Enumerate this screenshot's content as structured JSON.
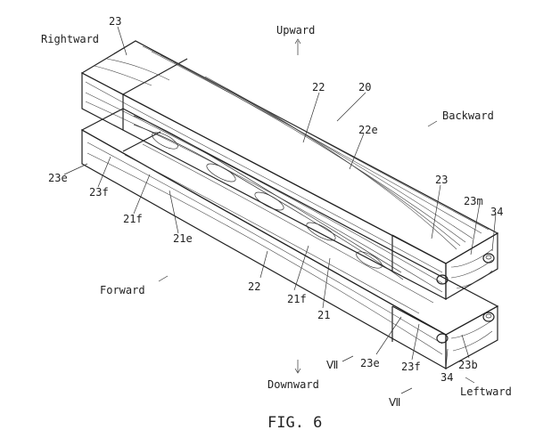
{
  "figure": {
    "caption": "FIG. 6",
    "directions": {
      "upward": "Upward",
      "downward": "Downward",
      "rightward": "Rightward",
      "leftward": "Leftward",
      "forward": "Forward",
      "backward": "Backward"
    },
    "section_marks": [
      "Ⅶ",
      "Ⅶ"
    ],
    "reference_labels": {
      "assembly": "20",
      "wood_top_left": "23",
      "wood_right": "23",
      "member_top": "22",
      "member_bottom": "22",
      "edge_top": "22e",
      "edge_left_block": "23e",
      "face_left_block": "23f",
      "inner_face_left": "21f",
      "inner_edge": "21e",
      "inner_face_mid": "21f",
      "core": "21",
      "edge_bottom": "23e",
      "face_bottom": "23f",
      "marker_m": "23m",
      "bolt_top": "34",
      "bolt_bottom": "34",
      "block_b": "23b"
    }
  }
}
